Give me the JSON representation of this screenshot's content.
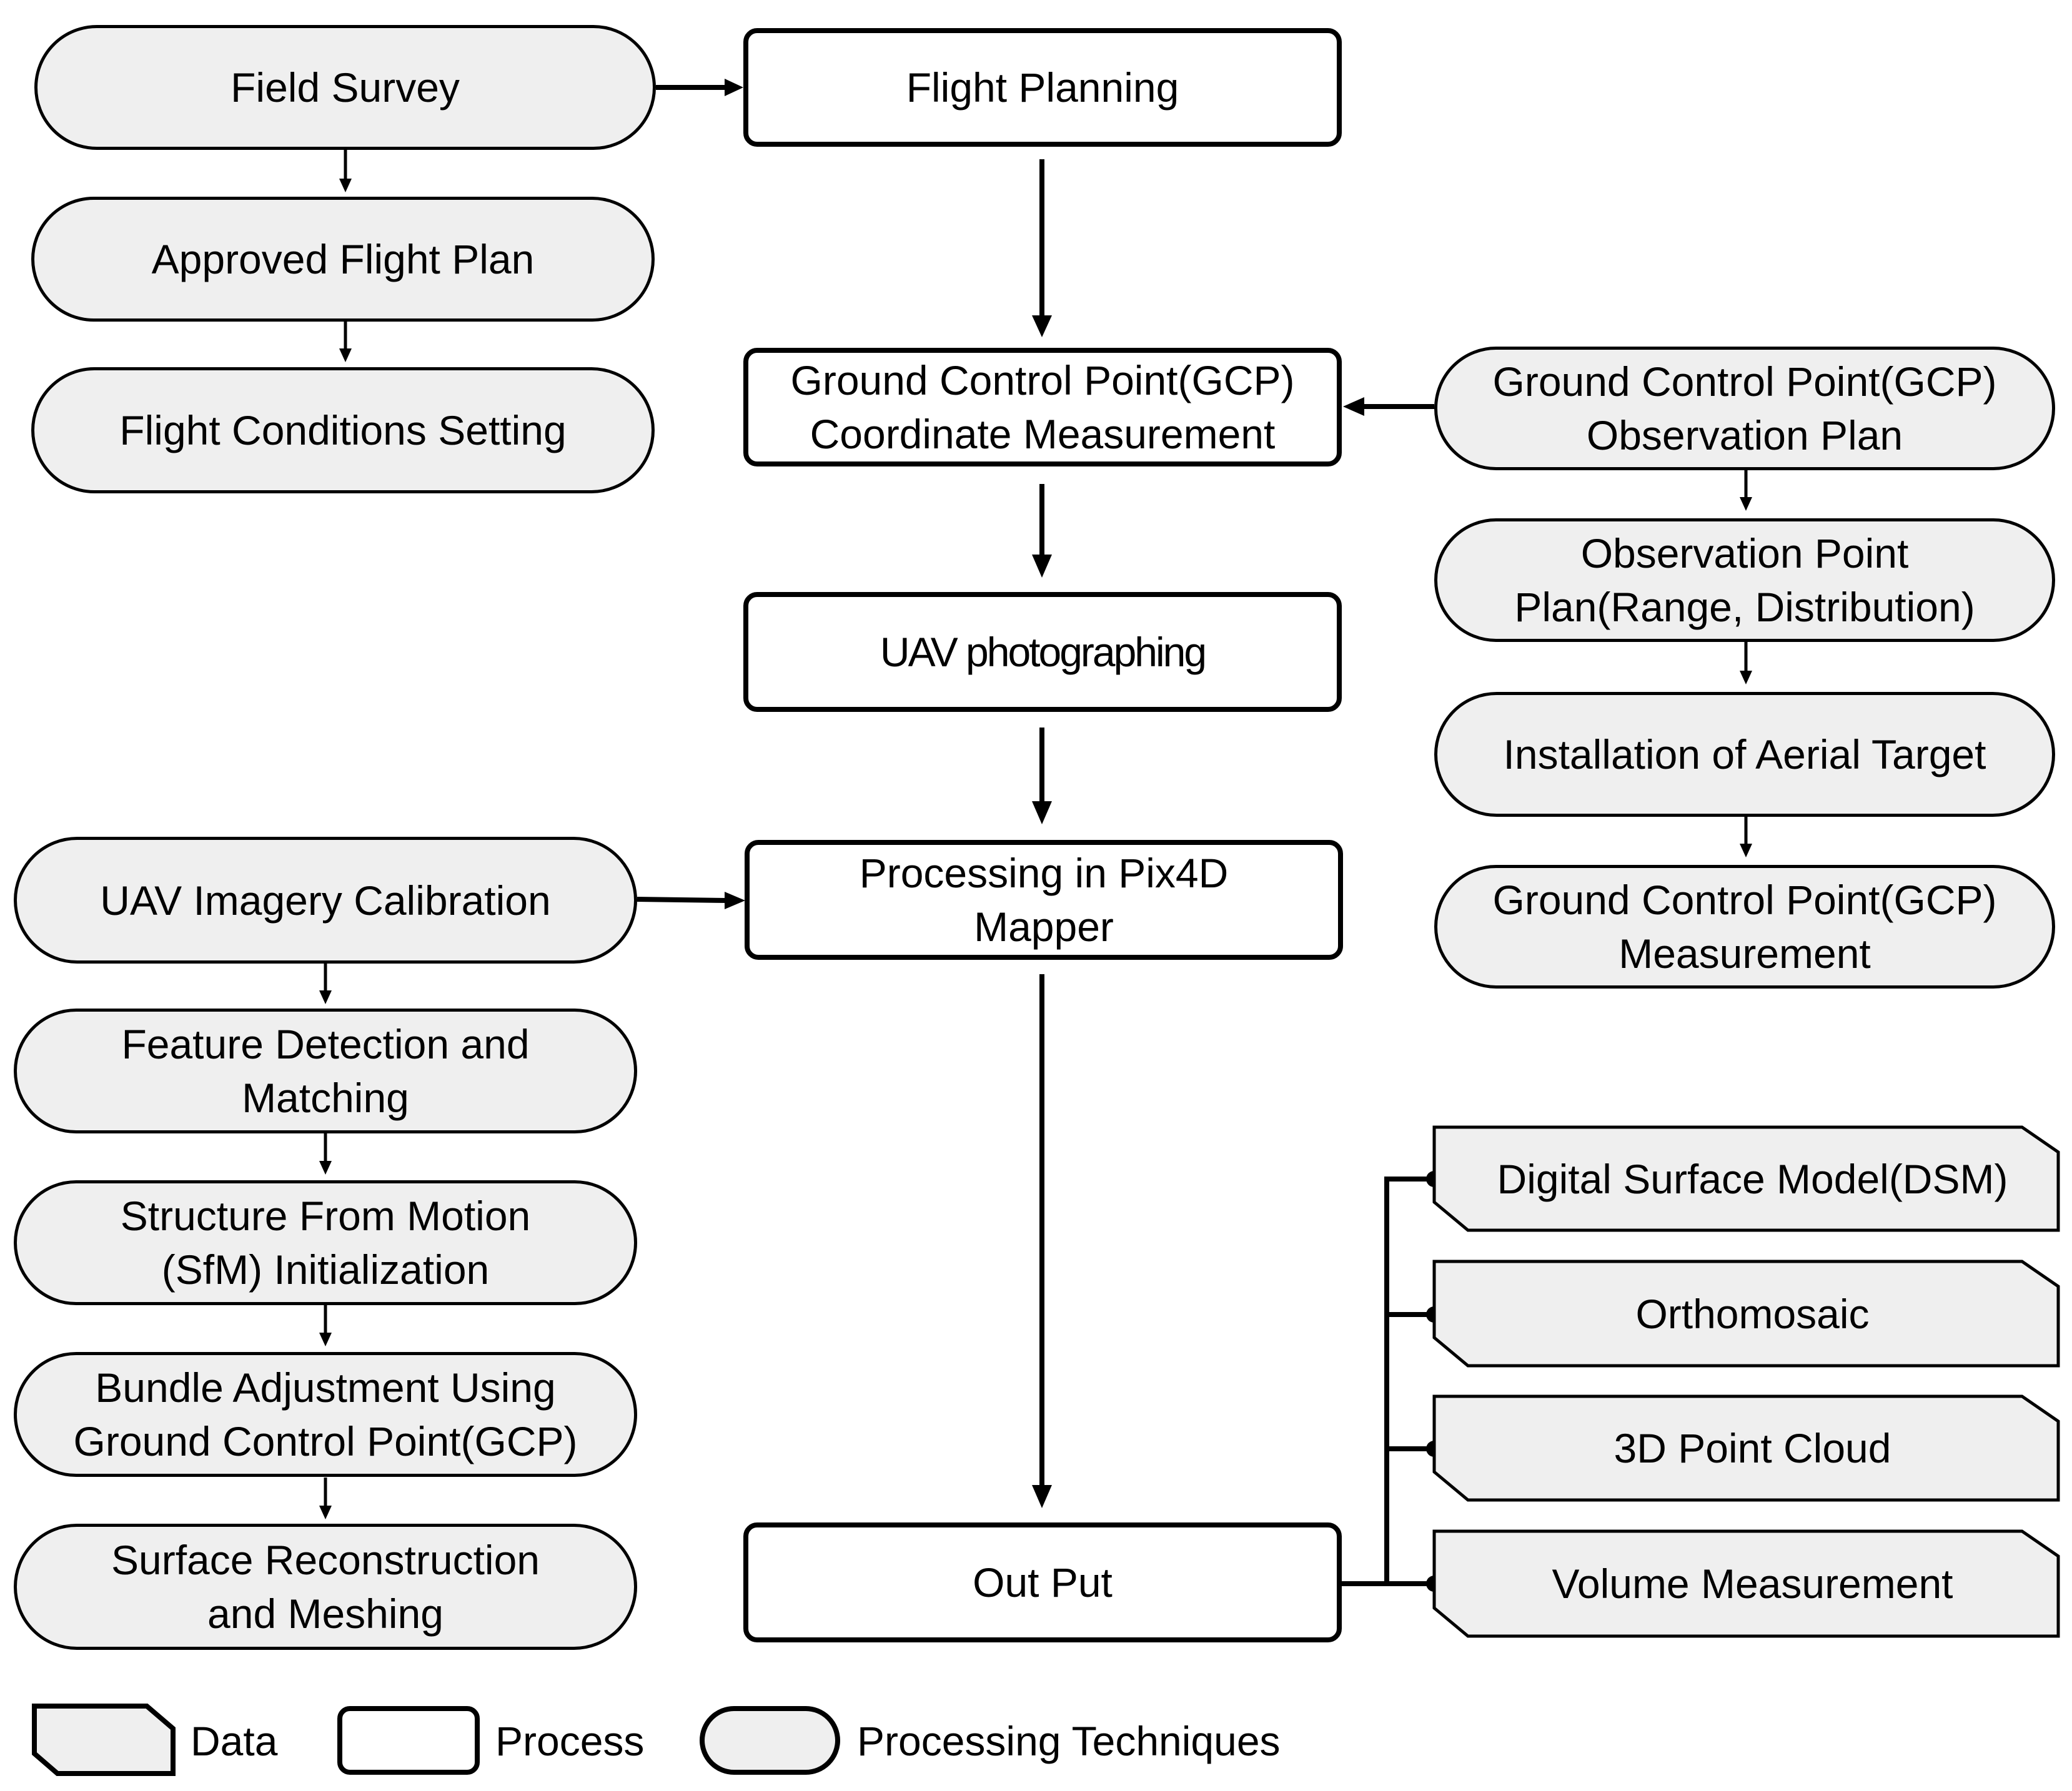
{
  "diagram": {
    "techniques_left_top": [
      {
        "id": "field_survey",
        "label": "Field Survey"
      },
      {
        "id": "approved_flight_plan",
        "label": "Approved Flight Plan"
      },
      {
        "id": "flight_conditions",
        "label": "Flight Conditions Setting"
      }
    ],
    "process": [
      {
        "id": "flight_planning",
        "label": "Flight Planning"
      },
      {
        "id": "gcp_coordinate",
        "label": "Ground Control Point(GCP)\nCoordinate Measurement"
      },
      {
        "id": "uav_photographing",
        "label": "UAV photographing"
      },
      {
        "id": "pix4d",
        "label": "Processing in Pix4D\nMapper"
      },
      {
        "id": "output",
        "label": "Out Put"
      }
    ],
    "techniques_right": [
      {
        "id": "gcp_observation_plan",
        "label": "Ground Control Point(GCP)\nObservation Plan"
      },
      {
        "id": "observation_point_plan",
        "label": "Observation Point\nPlan(Range, Distribution)"
      },
      {
        "id": "aerial_target",
        "label": "Installation of Aerial Target"
      },
      {
        "id": "gcp_measurement",
        "label": "Ground Control Point(GCP)\nMeasurement"
      }
    ],
    "techniques_left_bottom": [
      {
        "id": "imagery_calibration",
        "label": "UAV Imagery Calibration"
      },
      {
        "id": "feature_detection",
        "label": "Feature Detection and\nMatching"
      },
      {
        "id": "sfm_init",
        "label": "Structure From Motion\n(SfM) Initialization"
      },
      {
        "id": "bundle_adjustment",
        "label": "Bundle Adjustment Using\nGround Control Point(GCP)"
      },
      {
        "id": "surface_reconstruction",
        "label": "Surface Reconstruction\nand Meshing"
      }
    ],
    "data_outputs": [
      {
        "id": "dsm",
        "label": "Digital Surface Model(DSM)"
      },
      {
        "id": "orthomosaic",
        "label": "Orthomosaic"
      },
      {
        "id": "point_cloud",
        "label": "3D Point Cloud"
      },
      {
        "id": "volume",
        "label": "Volume Measurement"
      }
    ]
  },
  "legend": {
    "data_label": "Data",
    "process_label": "Process",
    "techniques_label": "Processing Techniques"
  }
}
